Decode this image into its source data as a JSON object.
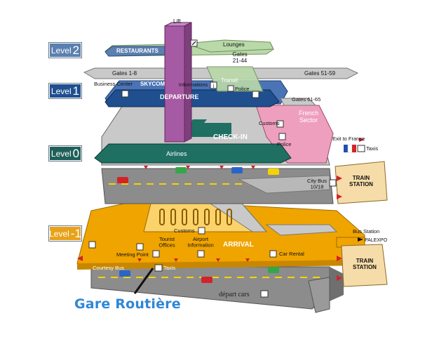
{
  "levels": [
    {
      "word": "Level",
      "num": "2",
      "color": "#5b7fb0"
    },
    {
      "word": "Level",
      "num": "1",
      "color": "#1f4f8f"
    },
    {
      "word": "Level",
      "num": "0",
      "color": "#1f5f5a"
    },
    {
      "word": "Level",
      "num": "-1",
      "color": "#e8a21a"
    }
  ],
  "labels": {
    "lift": "Lift",
    "restaurants": "RESTAURANTS",
    "lounges": "Lounges",
    "gates_1_8": "Gates 1-8",
    "gates_21_44": "Gates\n21-44",
    "gates_51_59": "Gates 51-59",
    "business_center": "Business Center",
    "skycom": "SKYCOM",
    "informations": "Informations",
    "transit": "Transit",
    "police_1": "Police",
    "departure": "DEPARTURE",
    "gates_61_65": "Gates 61-65",
    "french_sector": "French\nSector",
    "customs_0": "Customs",
    "check_in": "CHECK-IN",
    "police_0": "Police",
    "exit_to_france": "Exit to France",
    "taxis_0": "Taxis",
    "airlines": "Airlines",
    "train_station_0": "TRAIN\nSTATION",
    "city_bus": "City Bus\n10/18",
    "customs_m1": "Customs",
    "bus_station": "Bus Station",
    "palexpo": "PALEXPO",
    "tourist_offices": "Tourist\nOffices",
    "airport_information": "Airport\nInformation",
    "arrival": "ARRIVAL",
    "meeting_point": "Meeting Point",
    "car_rental": "Car Rental",
    "train_station_m1": "TRAIN\nSTATION",
    "courtesy_bus": "Courtesy Bus",
    "taxis_m1": "Taxis",
    "depart_cars": "départ cars",
    "gare_routiere": "Gare Routière"
  },
  "colors": {
    "level2_floor": "#b9d9a8",
    "restaurants": "#5b7fb0",
    "lift": "#a65aa3",
    "level1_floor": "#4a74b6",
    "departure_bar": "#1f4f8f",
    "french_sector": "#ef9fbe",
    "checkin_floor": "#c9c9c9",
    "airlines_bar": "#1f6f62",
    "road": "#8c8c8c",
    "train_station": "#f6dca8",
    "arrival_floor": "#f0a400",
    "arrival_inner": "#fbd36a",
    "gare_text": "#2f86d6"
  },
  "icons": [
    "lounge-icon",
    "info-icon",
    "police-icon",
    "lift-icon",
    "customs-icon",
    "taxi-icon",
    "french-flag-icon",
    "bus-icon",
    "meeting-point-icon",
    "car-rental-icon",
    "car-icon",
    "arrow-icon"
  ]
}
